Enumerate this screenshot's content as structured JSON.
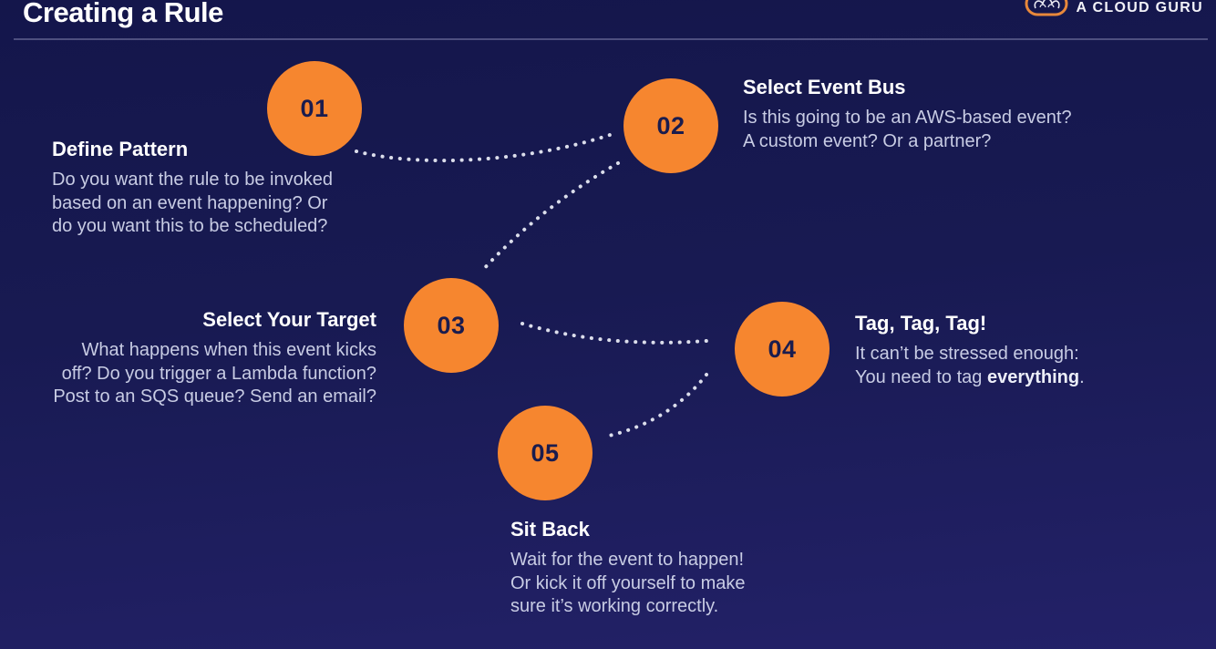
{
  "slide": {
    "title": "Creating a Rule",
    "brand": "A CLOUD GURU"
  },
  "steps": [
    {
      "number": "01",
      "title": "Define Pattern",
      "lines": [
        "Do you want the rule to be invoked",
        "based on an event happening? Or",
        "do you want this to be scheduled?"
      ]
    },
    {
      "number": "02",
      "title": "Select Event Bus",
      "lines": [
        "Is this going to be an AWS-based event?",
        "A custom event? Or a partner?"
      ]
    },
    {
      "number": "03",
      "title": "Select Your Target",
      "lines": [
        "What happens when this event kicks",
        "off? Do you trigger a Lambda function?",
        "Post to an SQS queue? Send an email?"
      ]
    },
    {
      "number": "04",
      "title": "Tag, Tag, Tag!",
      "lines": [
        "It can’t be stressed enough:"
      ],
      "line2_prefix": "You need to tag ",
      "line2_bold": "everything",
      "line2_suffix": "."
    },
    {
      "number": "05",
      "title": "Sit Back",
      "lines": [
        "Wait for the event to happen!",
        "Or kick it off yourself to make",
        "sure it’s working correctly."
      ]
    }
  ],
  "colors": {
    "accent_orange": "#f6862f",
    "background_top": "#14164b",
    "background_bottom": "#232168",
    "heading_text": "#ffffff",
    "body_text": "#c8cce4",
    "circle_number_text": "#1a1c4e",
    "connector_dots": "#edeff8"
  }
}
